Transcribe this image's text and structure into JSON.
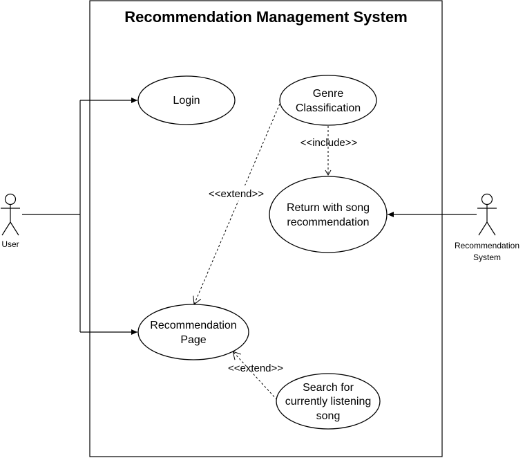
{
  "diagram": {
    "title": "Recommendation Management System",
    "actors": {
      "user": "User",
      "system_line1": "Recommendation",
      "system_line2": "System"
    },
    "use_cases": {
      "login": "Login",
      "genre_line1": "Genre",
      "genre_line2": "Classification",
      "return_line1": "Return with song",
      "return_line2": "recommendation",
      "recpage_line1": "Recommendation",
      "recpage_line2": "Page",
      "search_line1": "Search for",
      "search_line2": "currently listening",
      "search_line3": "song"
    },
    "relationships": {
      "include": "<<include>>",
      "extend_genre": "<<extend>>",
      "extend_search": "<<extend>>"
    }
  }
}
